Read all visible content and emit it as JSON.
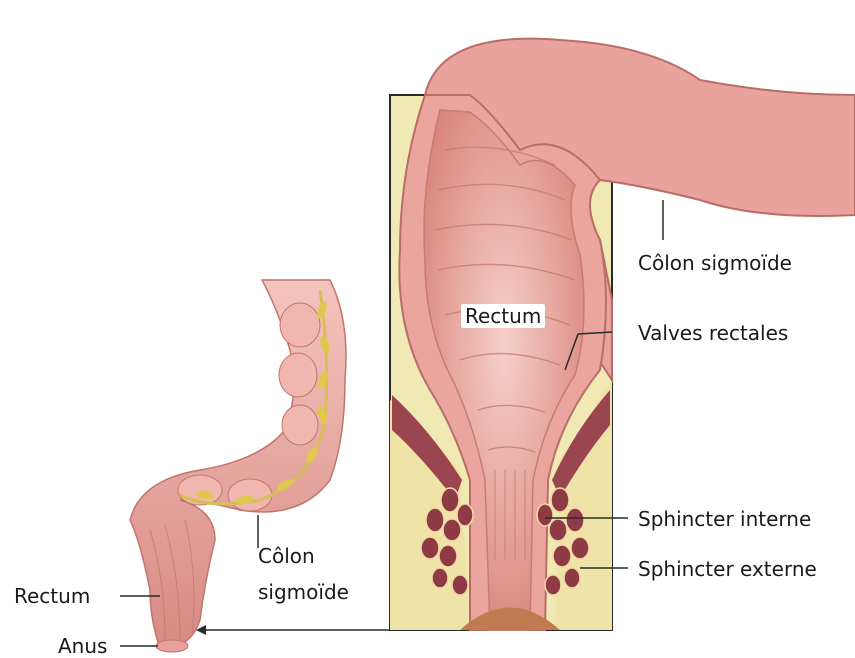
{
  "labels": {
    "colon_sigmoide_right": "Côlon sigmoïde",
    "rectum_inner": "Rectum",
    "valves_rectales": "Valves rectales",
    "sphincter_interne": "Sphincter interne",
    "sphincter_externe": "Sphincter externe",
    "colon_sigmoide_left_line1": "Côlon",
    "colon_sigmoide_left_line2": "sigmoïde",
    "rectum_left": "Rectum",
    "anus": "Anus"
  },
  "colors": {
    "tissue": "#e9a29b",
    "tissue_dark": "#c9766f",
    "tissue_light": "#f4c6c0",
    "fat": "#ece2a6",
    "muscle": "#8e3e45",
    "vessel": "#d8c25a",
    "line": "#2a2a2a"
  }
}
